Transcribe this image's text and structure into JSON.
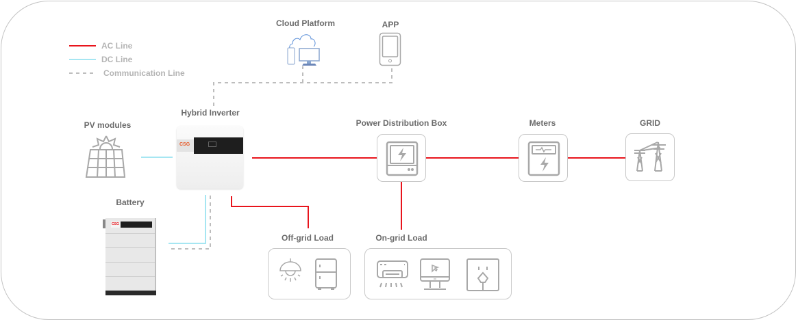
{
  "legend": {
    "ac_line": "AC Line",
    "dc_line": "DC Line",
    "communication_line": "Communication Line"
  },
  "nodes": {
    "cloud_platform": "Cloud Platform",
    "app": "APP",
    "hybrid_inverter": "Hybrid Inverter",
    "pv_modules": "PV modules",
    "battery": "Battery",
    "power_distribution_box": "Power Distribution Box",
    "meters": "Meters",
    "grid": "GRID",
    "off_grid_load": "Off-grid Load",
    "on_grid_load": "On-grid Load"
  },
  "brand_text": "CSG",
  "colors": {
    "ac_line": "#e8141c",
    "dc_line": "#a6e6f2",
    "communication_line": "#bdbdbd",
    "icon_gray": "#a8a8a8",
    "label_gray": "#6b6b6b",
    "cloud_blue": "#5b8fd8"
  }
}
